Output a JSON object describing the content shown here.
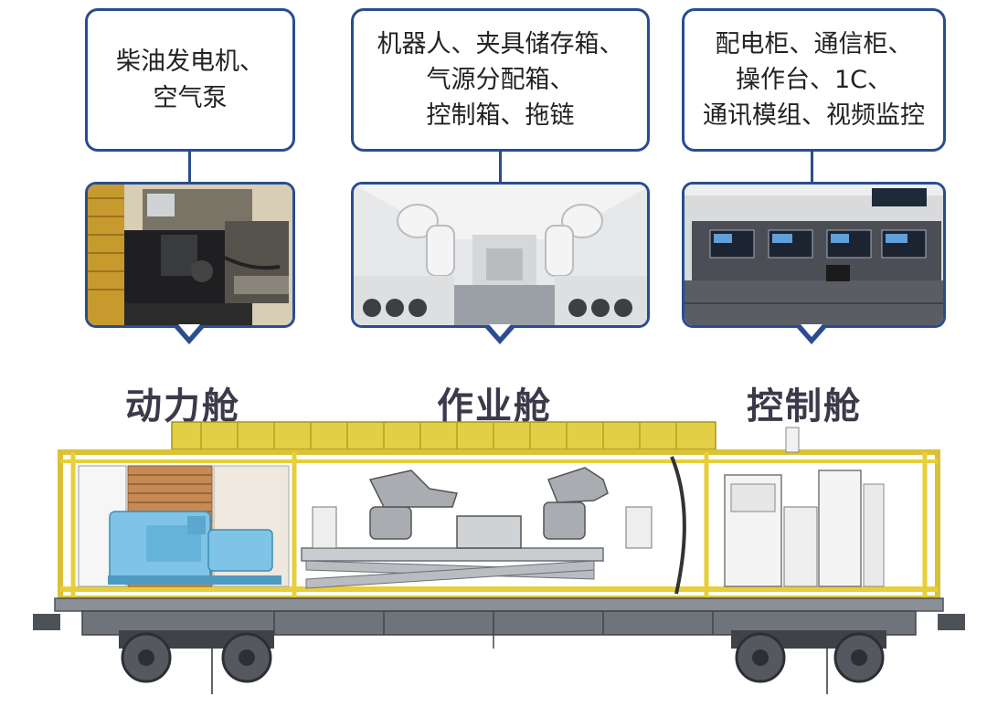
{
  "callouts": {
    "power": {
      "lines": [
        "柴油发电机、",
        "空气泵"
      ]
    },
    "work": {
      "lines": [
        "机器人、夹具储存箱、",
        "气源分配箱、",
        "控制箱、拖链"
      ]
    },
    "control": {
      "lines": [
        "配电柜、通信柜、",
        "操作台、1C、",
        "通讯模组、视频监控"
      ]
    }
  },
  "cabins": {
    "power": "动力舱",
    "work": "作业舱",
    "control": "控制舱"
  },
  "colors": {
    "border": "#2a4d8f",
    "frame": "#e7cf3a",
    "underframe": "#5b6168"
  }
}
